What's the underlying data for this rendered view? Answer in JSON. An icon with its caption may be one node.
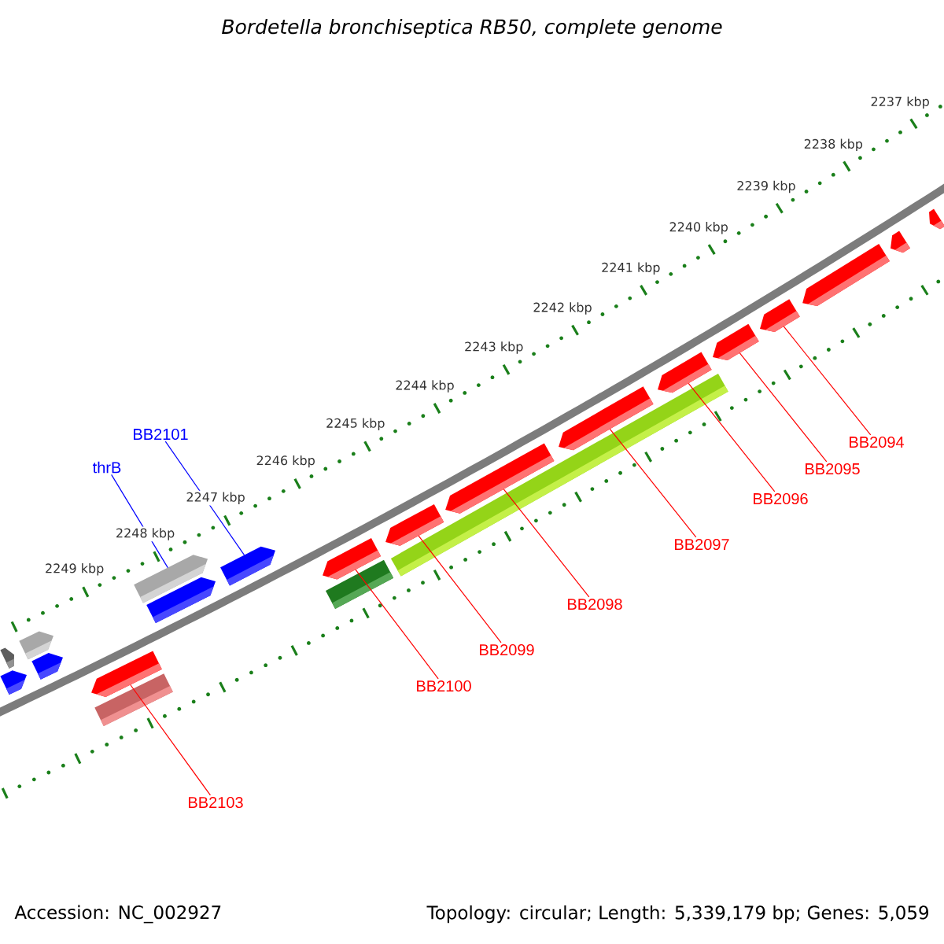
{
  "diagram": {
    "title": "Bordetella bronchiseptica RB50, complete genome",
    "nodes": [
      {
        "text": [
          "BB2101"
        ]
      },
      {
        "text": [
          "BB2094"
        ]
      },
      {
        "text": [
          "thrB"
        ]
      },
      {
        "text": [
          "BB2095"
        ]
      },
      {
        "text": [
          "BB2096"
        ]
      },
      {
        "text": [
          "BB2097"
        ]
      },
      {
        "text": [
          "BB2098"
        ]
      },
      {
        "text": [
          "BB2099"
        ]
      },
      {
        "text": [
          "BB2100"
        ]
      },
      {
        "text": [
          "BB2103"
        ]
      },
      {
        "text": [],
        "shape": "pentagon"
      },
      {
        "text": [],
        "shape": "pentagon"
      },
      {
        "text": [],
        "shape": "pentagon"
      },
      {
        "text": [],
        "shape": "pentagon"
      },
      {
        "text": [],
        "shape": "pentagon"
      },
      {
        "text": [],
        "shape": "bar"
      },
      {
        "text": [],
        "shape": "pentagon"
      },
      {
        "text": [],
        "shape": "pentagon"
      },
      {
        "text": [],
        "shape": "pentagon"
      },
      {
        "text": [],
        "shape": "pentagon"
      },
      {
        "text": [],
        "shape": "bar"
      },
      {
        "text": [],
        "shape": "pentagon"
      },
      {
        "text": [],
        "shape": "bar"
      },
      {
        "text": [],
        "shape": "pentagon"
      },
      {
        "text": [],
        "shape": "pentagon"
      },
      {
        "text": [],
        "shape": "pentagon"
      },
      {
        "text": [],
        "shape": "pentagon"
      },
      {
        "text": [],
        "shape": "pentagon"
      },
      {
        "text": [],
        "shape": "pentagon"
      },
      {
        "text": [],
        "shape": "pentagon"
      },
      {
        "text": [],
        "shape": "pentagon"
      }
    ],
    "edges": [
      {
        "from": 0,
        "to": 18,
        "arrow": "none",
        "color": "#0000ff"
      },
      {
        "from": 1,
        "to": 27,
        "arrow": "none"
      },
      {
        "from": 2,
        "to": 16,
        "arrow": "none",
        "color": "#0000ff"
      },
      {
        "from": 3,
        "to": 26,
        "arrow": "none"
      },
      {
        "from": 4,
        "to": 25,
        "arrow": "none"
      },
      {
        "from": 5,
        "to": 24,
        "arrow": "none"
      },
      {
        "from": 6,
        "to": 23,
        "arrow": "none"
      },
      {
        "from": 7,
        "to": 21,
        "arrow": "none"
      },
      {
        "from": 8,
        "to": 19,
        "arrow": "none"
      },
      {
        "from": 9,
        "to": 14,
        "arrow": "none"
      }
    ],
    "labels": [
      "2237 kbp",
      "2238 kbp",
      "2239 kbp",
      "2240 kbp",
      "2241 kbp",
      "2242 kbp",
      "2243 kbp",
      "2244 kbp",
      "2245 kbp",
      "2246 kbp",
      "2247 kbp",
      "2248 kbp",
      "2249 kbp",
      "Accession: NC_002927",
      "Topology: circular; Length: 5,339,179 bp; Genes: 5,059"
    ]
  }
}
